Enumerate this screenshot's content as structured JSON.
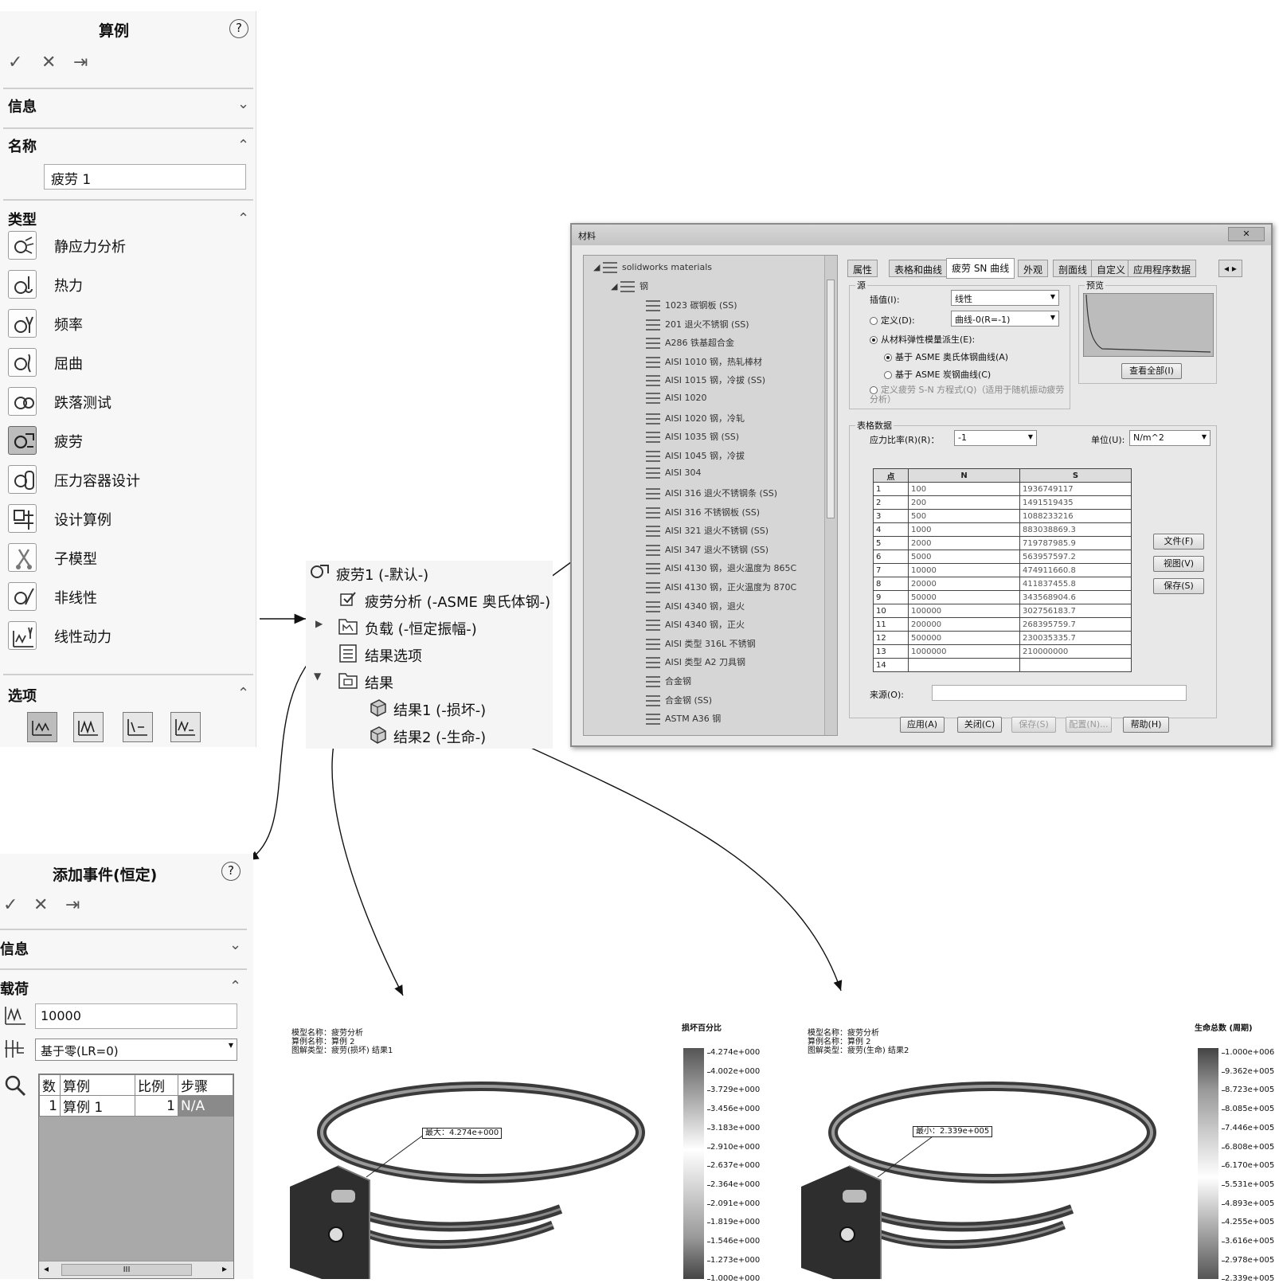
{
  "study_panel": {
    "title": "算例",
    "help": "?",
    "actions": [
      "✓",
      "✕",
      "⇥"
    ],
    "info_label": "信息",
    "name_label": "名称",
    "name_value": "疲劳 1",
    "type_label": "类型",
    "types": [
      {
        "label": "静应力分析",
        "icon": "static-icon"
      },
      {
        "label": "热力",
        "icon": "thermal-icon"
      },
      {
        "label": "频率",
        "icon": "frequency-icon"
      },
      {
        "label": "屈曲",
        "icon": "buckling-icon"
      },
      {
        "label": "跌落测试",
        "icon": "drop-test-icon"
      },
      {
        "label": "疲劳",
        "icon": "fatigue-icon",
        "selected": true
      },
      {
        "label": "压力容器设计",
        "icon": "pressure-vessel-icon"
      },
      {
        "label": "设计算例",
        "icon": "design-study-icon"
      },
      {
        "label": "子模型",
        "icon": "submodel-icon"
      },
      {
        "label": "非线性",
        "icon": "nonlinear-icon"
      },
      {
        "label": "线性动力",
        "icon": "linear-dynamic-icon"
      }
    ],
    "options_label": "选项"
  },
  "feature_tree": {
    "root": "疲劳1 (-默认-)",
    "analysis": "疲劳分析 (-ASME 奥氏体钢-)",
    "loads": "负载 (-恒定振幅-)",
    "result_options": "结果选项",
    "results": "结果",
    "result1": "结果1 (-损坏-)",
    "result2": "结果2 (-生命-)"
  },
  "material_dialog": {
    "title": "材料",
    "close": "✕",
    "tree": {
      "root": "solidworks materials",
      "folder": "钢",
      "items": [
        "1023 碳钢板 (SS)",
        "201 退火不锈钢 (SS)",
        "A286 铁基超合金",
        "AISI 1010 钢，热轧棒材",
        "AISI 1015 钢，冷拔 (SS)",
        "AISI 1020",
        "AISI 1020 钢，冷轧",
        "AISI 1035 钢 (SS)",
        "AISI 1045 钢，冷拔",
        "AISI 304",
        "AISI 316 退火不锈钢条 (SS)",
        "AISI 316 不锈钢板 (SS)",
        "AISI 321 退火不锈钢 (SS)",
        "AISI 347 退火不锈钢 (SS)",
        "AISI 4130 钢，退火温度为 865C",
        "AISI 4130 钢，正火温度为 870C",
        "AISI 4340 钢，退火",
        "AISI 4340 钢，正火",
        "AISI 类型 316L 不锈钢",
        "AISI 类型 A2 刀具钢",
        "合金钢",
        "合金钢 (SS)",
        "ASTM A36 钢"
      ]
    },
    "tabs": [
      "属性",
      "表格和曲线",
      "疲劳 SN 曲线",
      "外观",
      "剖面线",
      "自定义",
      "应用程序数据"
    ],
    "selected_tab": 2,
    "source_label": "源",
    "interpolate_label": "插值(I):",
    "interpolate_value": "线性",
    "define_label": "定义(D):",
    "define_value": "曲线-0(R=-1)",
    "derive_label": "从材料弹性模量派生(E):",
    "asme_austenitic": "基于 ASME 奥氏体钢曲线(A)",
    "asme_carbon": "基于 ASME 炭钢曲线(C)",
    "define_equation": "定义疲劳 S-N 方程式(Q)（适用于随机振动疲劳分析）",
    "preview_label": "预览",
    "view_all": "查看全部(I)",
    "table_data_label": "表格数据",
    "stress_ratio_label": "应力比率(R)(R)：",
    "stress_ratio_value": "-1",
    "units_label": "单位(U):",
    "units_value": "N/m^2",
    "columns": [
      "点",
      "N",
      "S"
    ],
    "rows": [
      [
        "1",
        "100",
        "1936749117"
      ],
      [
        "2",
        "200",
        "1491519435"
      ],
      [
        "3",
        "500",
        "1088233216"
      ],
      [
        "4",
        "1000",
        "883038869.3"
      ],
      [
        "5",
        "2000",
        "719787985.9"
      ],
      [
        "6",
        "5000",
        "563957597.2"
      ],
      [
        "7",
        "10000",
        "474911660.8"
      ],
      [
        "8",
        "20000",
        "411837455.8"
      ],
      [
        "9",
        "50000",
        "343568904.6"
      ],
      [
        "10",
        "100000",
        "302756183.7"
      ],
      [
        "11",
        "200000",
        "268395759.7"
      ],
      [
        "12",
        "500000",
        "230035335.7"
      ],
      [
        "13",
        "1000000",
        "210000000"
      ],
      [
        "14",
        "",
        ""
      ]
    ],
    "source_ref_label": "来源(O):",
    "side_buttons": [
      "文件(F)",
      "视图(V)",
      "保存(S)"
    ],
    "bottom_buttons": [
      "应用(A)",
      "关闭(C)",
      "保存(S)",
      "配置(N)...",
      "帮助(H)"
    ]
  },
  "event_panel": {
    "title": "添加事件(恒定)",
    "help": "?",
    "info_label": "信息",
    "loads_label": "载荷",
    "cycles_value": "10000",
    "loading_type": "基于零(LR=0)",
    "columns": [
      "数",
      "算例",
      "比例",
      "步骤"
    ],
    "row": [
      "1",
      "算例 1",
      "1",
      "N/A"
    ],
    "scroll_mark": "III"
  },
  "plot1": {
    "header": [
      "模型名称：疲劳分析",
      "算例名称：算例 2",
      "图解类型：疲劳(损坏) 结果1"
    ],
    "legend_title": "损坏百分比",
    "legend": [
      "4.274e+000",
      "4.002e+000",
      "3.729e+000",
      "3.456e+000",
      "3.183e+000",
      "2.910e+000",
      "2.637e+000",
      "2.364e+000",
      "2.091e+000",
      "1.819e+000",
      "1.546e+000",
      "1.273e+000",
      "1.000e+000"
    ],
    "callout": "最大：4.274e+000"
  },
  "plot2": {
    "header": [
      "模型名称：疲劳分析",
      "算例名称：算例 2",
      "图解类型：疲劳(生命) 结果2"
    ],
    "legend_title": "生命总数 (周期)",
    "legend": [
      "1.000e+006",
      "9.362e+005",
      "8.723e+005",
      "8.085e+005",
      "7.446e+005",
      "6.808e+005",
      "6.170e+005",
      "5.531e+005",
      "4.893e+005",
      "4.255e+005",
      "3.616e+005",
      "2.978e+005",
      "2.339e+005"
    ],
    "callout": "最小：2.339e+005"
  }
}
